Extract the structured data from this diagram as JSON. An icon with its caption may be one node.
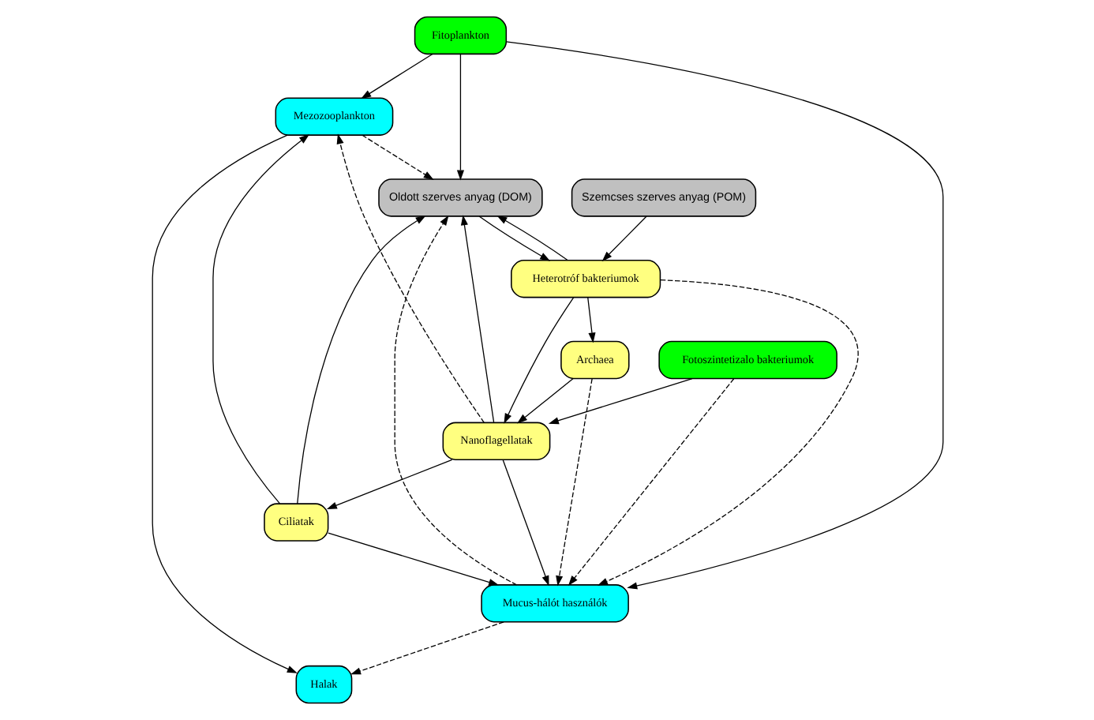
{
  "diagram": {
    "nodes": [
      {
        "text": [
          "Fitoplankton"
        ]
      },
      {
        "text": [
          "Mezozooplankton"
        ]
      },
      {
        "text": [
          "Oldott szerves anyag (DOM)"
        ]
      },
      {
        "text": [
          "Fotoszintetizalo bakteriumok"
        ]
      },
      {
        "text": [
          "Ciliatak"
        ]
      },
      {
        "text": [
          "Halak"
        ]
      },
      {
        "text": [
          "Nanoflagellatak"
        ]
      },
      {
        "text": [
          "Heterotróf bakteriumok"
        ]
      },
      {
        "text": [
          "Archaea"
        ]
      },
      {
        "text": [
          "Mucus-hálót használók"
        ]
      },
      {
        "text": [
          "Szemcses szerves anyag (POM)"
        ]
      }
    ],
    "edges": [
      {
        "from": 0,
        "to": 1,
        "arrow": "to"
      },
      {
        "from": 0,
        "to": 2,
        "arrow": "to"
      },
      {
        "from": 0,
        "to": 9,
        "arrow": "to"
      },
      {
        "from": 1,
        "to": 2,
        "arrow": "to",
        "style": "dashed"
      },
      {
        "from": 1,
        "to": 5,
        "arrow": "to"
      },
      {
        "from": 3,
        "to": 6,
        "arrow": "to"
      },
      {
        "from": 3,
        "to": 9,
        "arrow": "to",
        "style": "dashed"
      },
      {
        "from": 7,
        "to": 2,
        "arrow": "to"
      },
      {
        "from": 2,
        "to": 7,
        "arrow": "to"
      },
      {
        "from": 6,
        "to": 2,
        "arrow": "to"
      },
      {
        "from": 4,
        "to": 2,
        "arrow": "to"
      },
      {
        "from": 9,
        "to": 2,
        "arrow": "to",
        "style": "dashed"
      },
      {
        "from": 4,
        "to": 1,
        "arrow": "to"
      },
      {
        "from": 6,
        "to": 1,
        "arrow": "to",
        "style": "dashed"
      },
      {
        "from": 6,
        "to": 4,
        "arrow": "to"
      },
      {
        "from": 4,
        "to": 9,
        "arrow": "to"
      },
      {
        "from": 9,
        "to": 5,
        "arrow": "to",
        "style": "dashed"
      },
      {
        "from": 7,
        "to": 6,
        "arrow": "to"
      },
      {
        "from": 8,
        "to": 6,
        "arrow": "to"
      },
      {
        "from": 6,
        "to": 9,
        "arrow": "to"
      },
      {
        "from": 7,
        "to": 8,
        "arrow": "to"
      },
      {
        "from": 7,
        "to": 9,
        "arrow": "to",
        "style": "dashed"
      },
      {
        "from": 8,
        "to": 9,
        "arrow": "to",
        "style": "dashed"
      },
      {
        "from": 10,
        "to": 7,
        "arrow": "to"
      }
    ]
  }
}
